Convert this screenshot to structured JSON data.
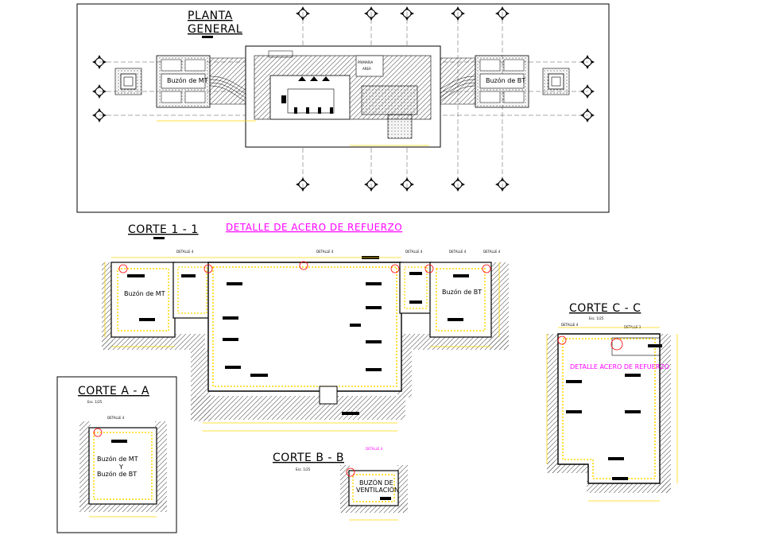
{
  "drawing": {
    "planta": {
      "title_line1": "PLANTA",
      "title_line2": "GENERAL"
    },
    "corte_1_1": {
      "title": "CORTE 1 - 1",
      "buzon_mt": "Buzón de MT",
      "buzon_bt": "Buzón de BT"
    },
    "detalle_acero": {
      "title": "DETALLE   DE ACERO DE REFUERZO"
    },
    "corte_a_a": {
      "title": "CORTE A - A",
      "scale": "Esc. 1/25",
      "line1": "Buzón de MT",
      "line2": "Y",
      "line3": "Buzón de BT"
    },
    "corte_b_b": {
      "title": "CORTE B - B",
      "scale": "Esc. 1/25",
      "line1": "BUZÓN DE",
      "line2": "VENTILACIÓN"
    },
    "corte_c_c": {
      "title": "CORTE C - C",
      "scale": "Esc. 1/25",
      "inner_label": "DETALLE  ACERO DE REFUERZO"
    },
    "detalle_tag": "DETALLE 4",
    "detalle_tag_3": "DETALLE 3"
  },
  "colors": {
    "line": "#000000",
    "rebar": "#ffd700",
    "dimension": "#ffd700",
    "magenta": "#ff00ff",
    "leader": "#ff0000"
  }
}
